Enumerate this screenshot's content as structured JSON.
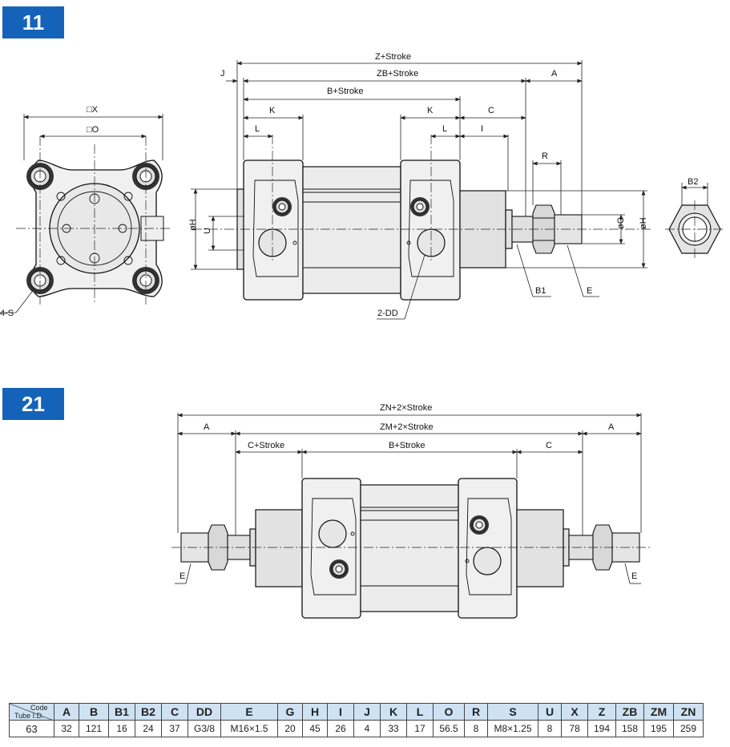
{
  "sections": [
    {
      "badge": "11"
    },
    {
      "badge": "21"
    }
  ],
  "labels_11": {
    "z_stroke": "Z+Stroke",
    "j": "J",
    "zb_stroke": "ZB+Stroke",
    "a": "A",
    "b_stroke": "B+Stroke",
    "k_left": "K",
    "k_right": "K",
    "c": "C",
    "l_left": "L",
    "l_right": "L",
    "i": "I",
    "r": "R",
    "b2": "B2",
    "square_x": "□X",
    "square_o": "□O",
    "phi_h_left": "øH",
    "u": "U",
    "phi_g": "øG",
    "phi_h_right": "øH",
    "b1": "B1",
    "e": "E",
    "two_dd": "2-DD",
    "four_s": "4-S"
  },
  "labels_21": {
    "zn": "ZN+2×Stroke",
    "a_left": "A",
    "zm": "ZM+2×Stroke",
    "a_right": "A",
    "c_stroke": "C+Stroke",
    "b_stroke": "B+Stroke",
    "c": "C",
    "e_left": "E",
    "e_right": "E"
  },
  "table": {
    "header_code": "Code",
    "header_tube": "Tube I.D.",
    "columns": [
      "A",
      "B",
      "B1",
      "B2",
      "C",
      "DD",
      "E",
      "G",
      "H",
      "I",
      "J",
      "K",
      "L",
      "O",
      "R",
      "S",
      "U",
      "X",
      "Z",
      "ZB",
      "ZM",
      "ZN"
    ],
    "rows": [
      {
        "id": "63",
        "values": [
          "32",
          "121",
          "16",
          "24",
          "37",
          "G3/8",
          "M16×1.5",
          "20",
          "45",
          "26",
          "4",
          "33",
          "17",
          "56.5",
          "8",
          "M8×1.25",
          "8",
          "78",
          "194",
          "158",
          "195",
          "259"
        ]
      }
    ]
  }
}
